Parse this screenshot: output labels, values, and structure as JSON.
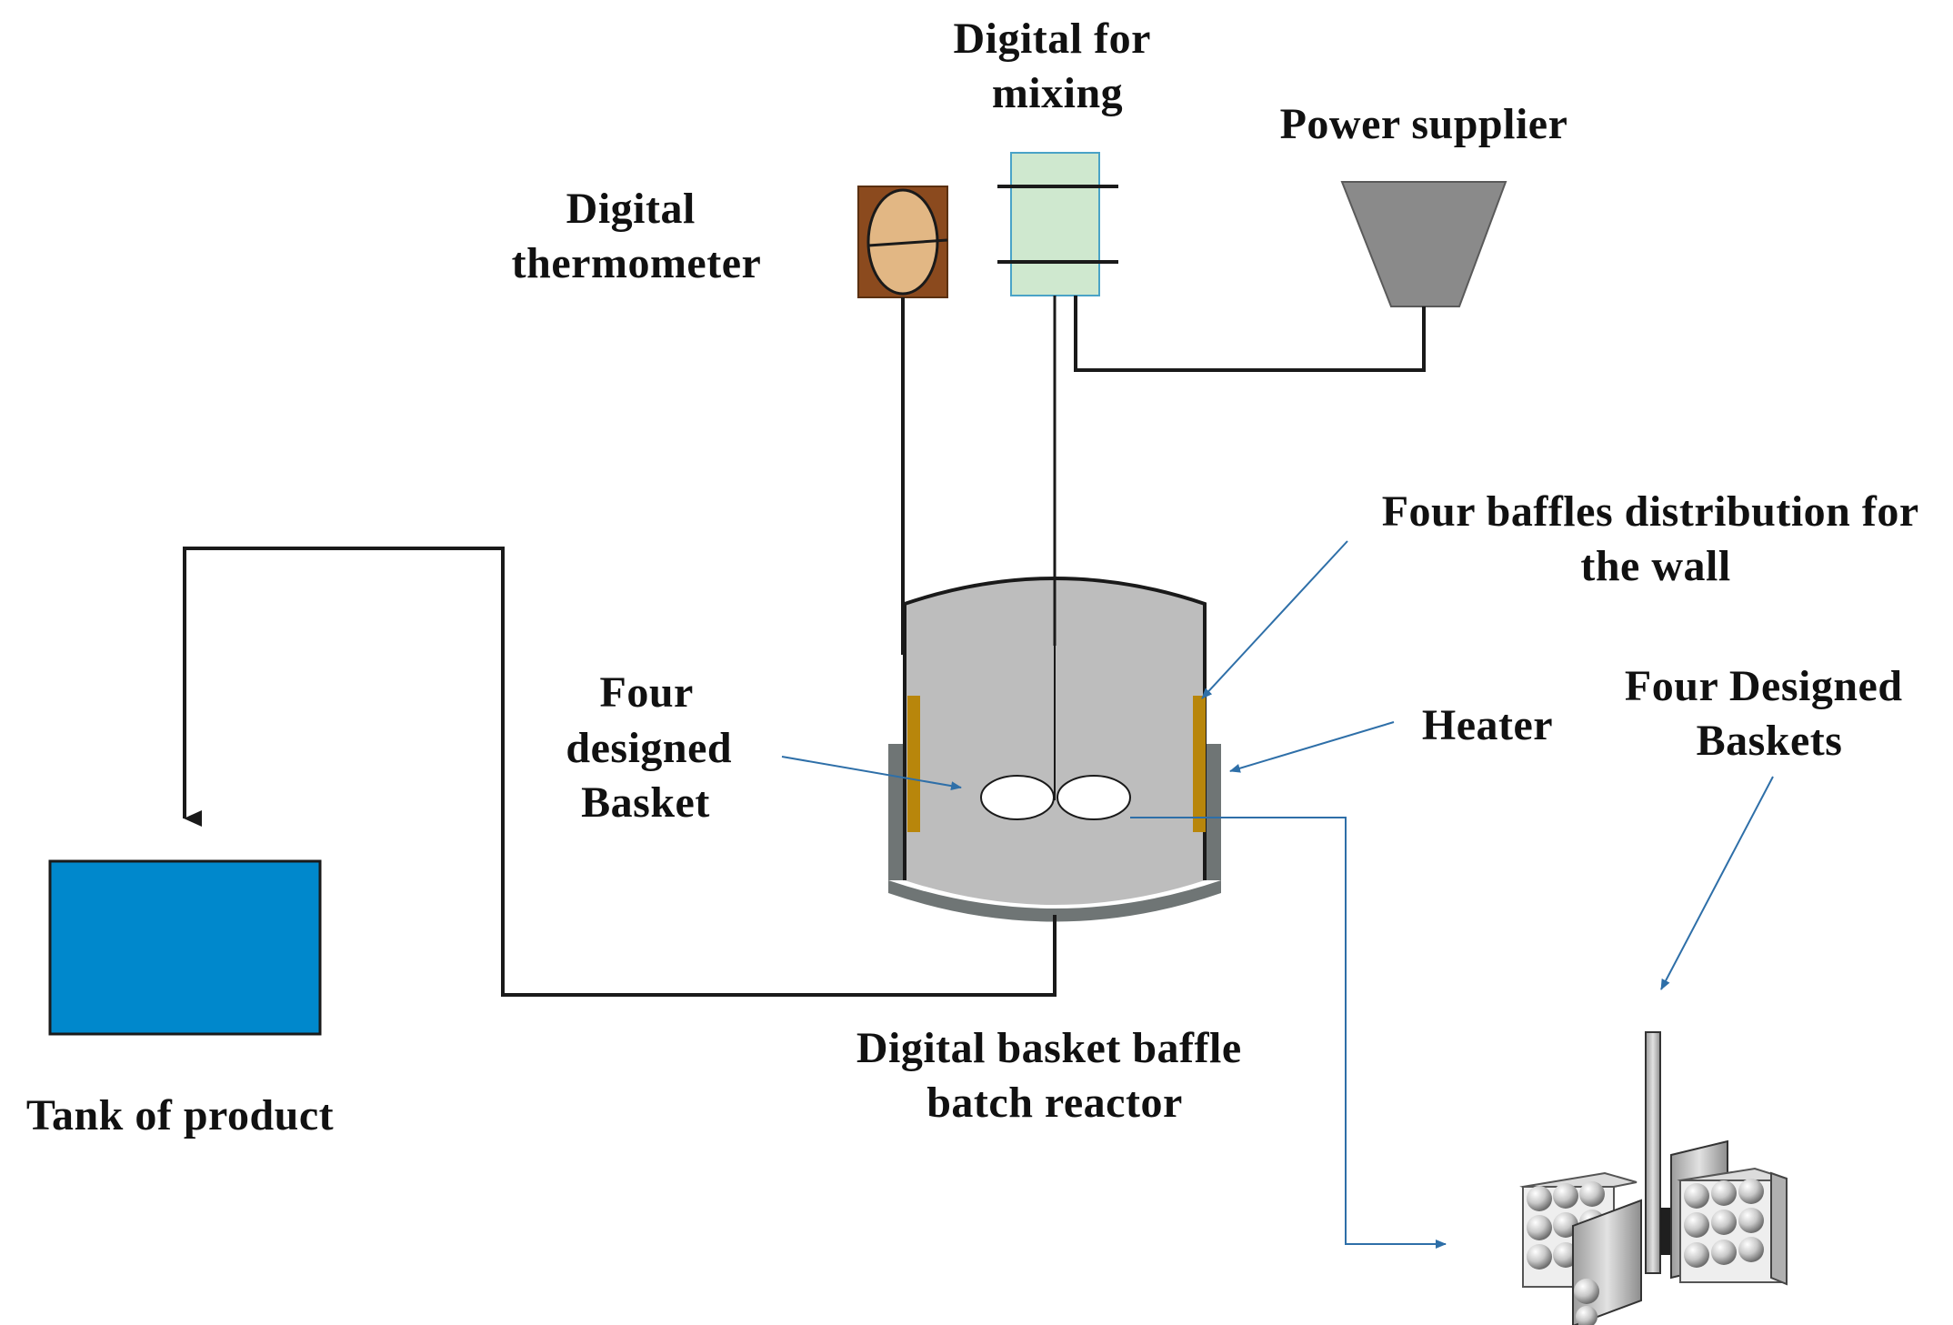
{
  "labels": {
    "digital_mixing": [
      "Digital for",
      "mixing"
    ],
    "power_supplier": [
      "Power supplier"
    ],
    "digital_thermometer": [
      "Digital",
      "thermometer"
    ],
    "four_baffles": [
      "Four baffles distribution for",
      "the wall"
    ],
    "four_designed_basket": [
      "Four",
      "designed",
      "Basket"
    ],
    "heater": [
      "Heater"
    ],
    "four_designed_baskets": [
      "Four Designed",
      "Baskets"
    ],
    "digital_reactor": [
      "Digital basket baffle",
      "batch reactor"
    ],
    "tank_of_product": [
      "Tank of product"
    ]
  },
  "colors": {
    "line": "#1a1a1a",
    "arrow_blue": "#2e6fa8",
    "reactor_body": "#bdbdbd",
    "reactor_jacket": "#6f7575",
    "baffle": "#b8860b",
    "thermometer_frame": "#8b4a1e",
    "thermometer_face": "#e2b784",
    "mixer_box": "#cfe8cf",
    "mixer_border": "#4aa3c7",
    "power_supplier": "#8a8a8a",
    "tank": "#0088cc",
    "basket_frame": "#9a9a9a"
  }
}
